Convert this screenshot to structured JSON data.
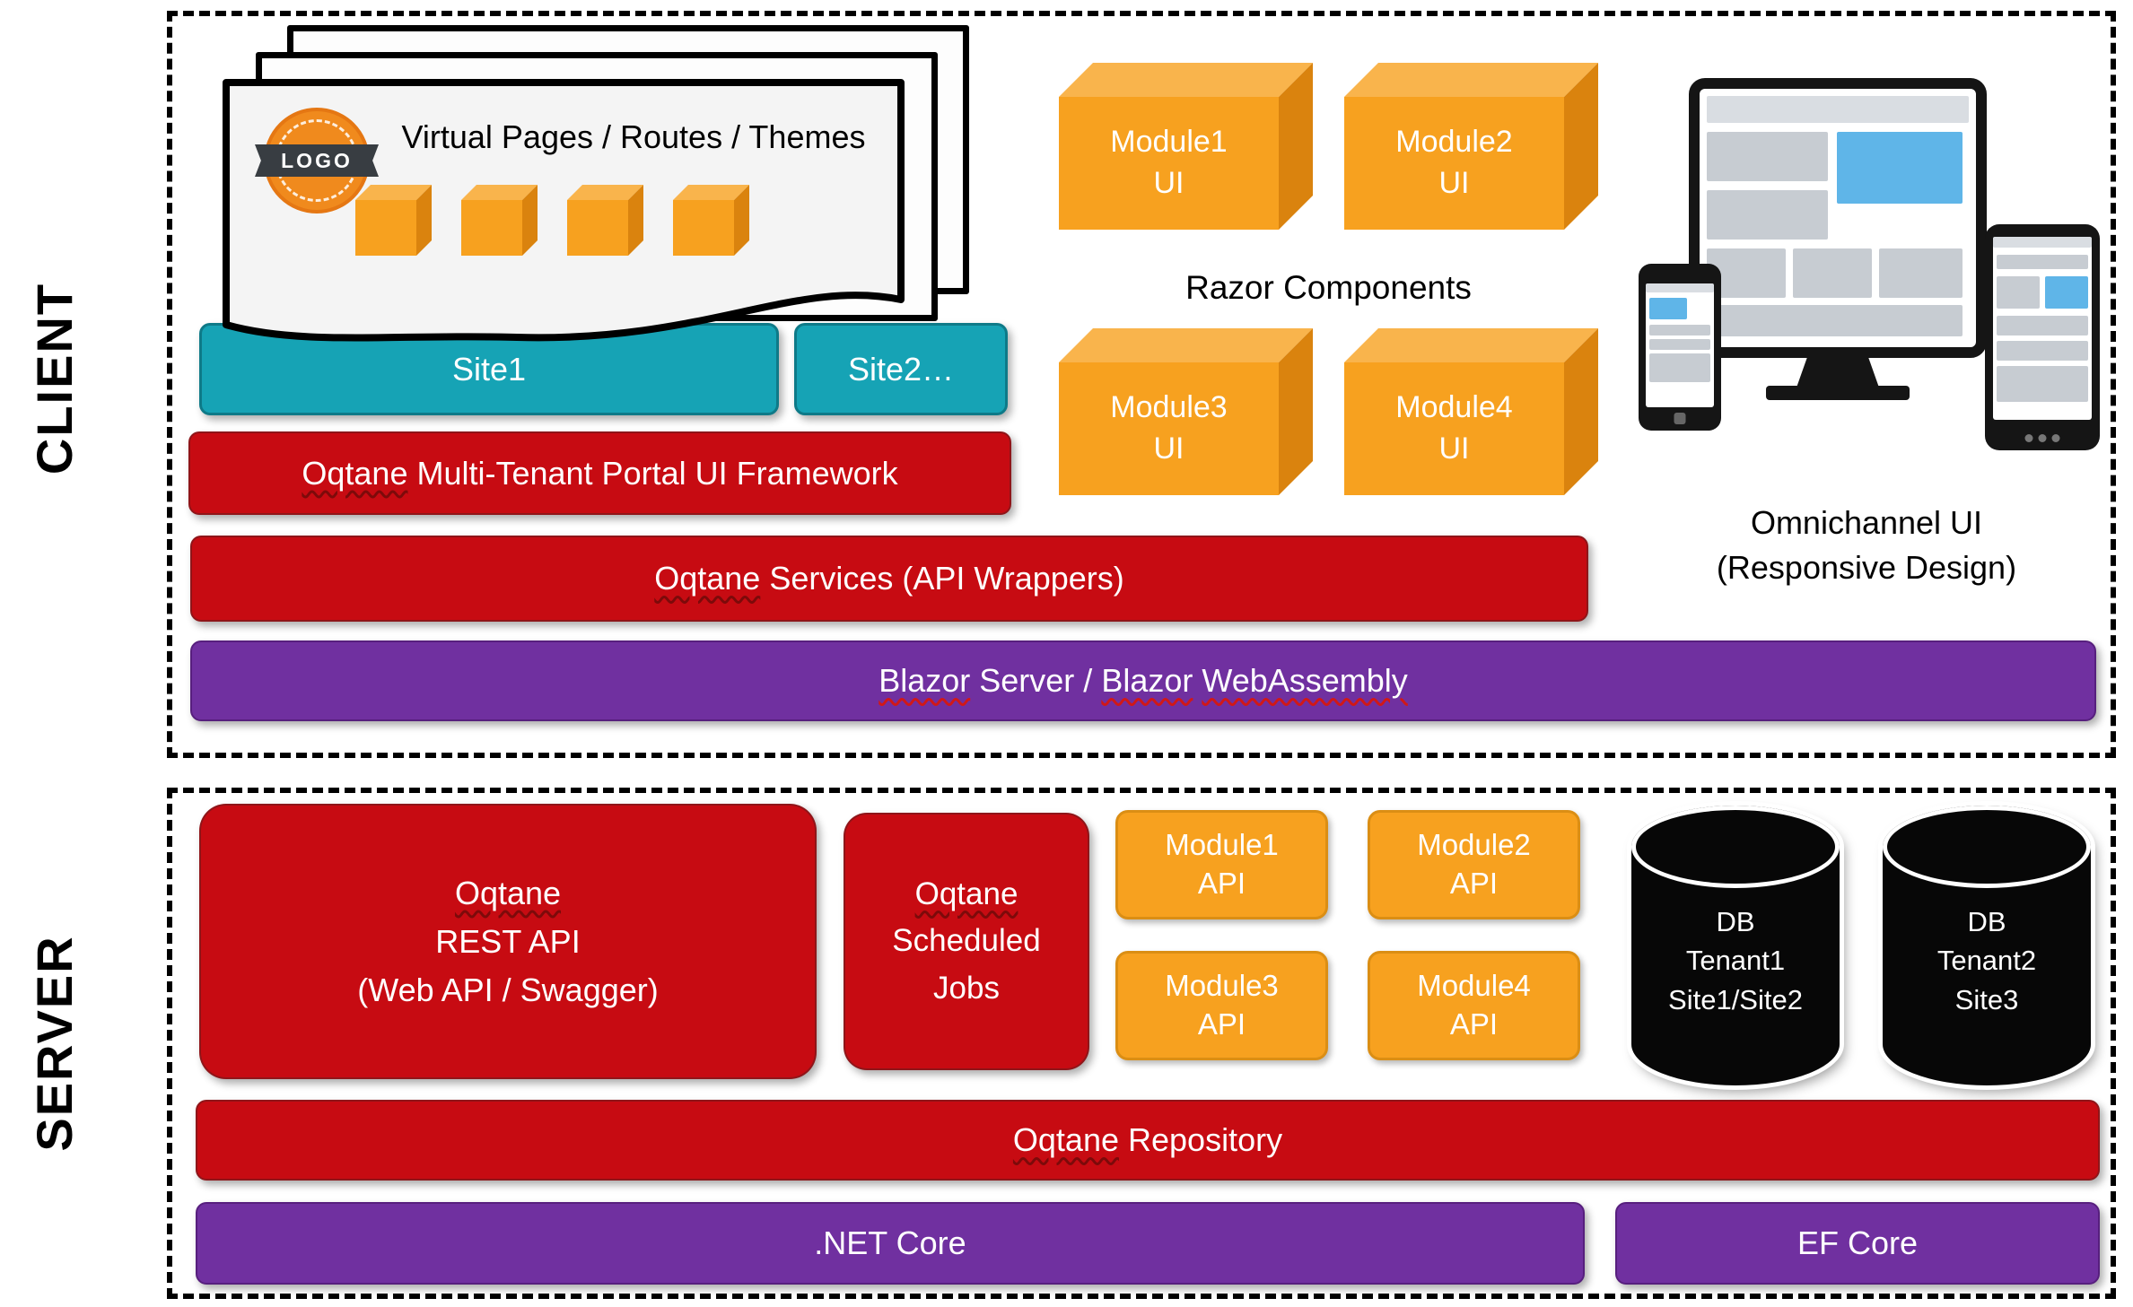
{
  "palette": {
    "red": "#C70B12",
    "teal": "#16A3B5",
    "purple": "#7030A0",
    "orange": "#F7A11F",
    "orangeTop": "#F9B44C",
    "orangeSide": "#DA830E",
    "deviceBlue": "#5FB5E8",
    "deviceGray": "#C7CCD2",
    "ink": "#000000"
  },
  "client": {
    "section_label": "CLIENT",
    "pages": {
      "logo_text": "LOGO",
      "title": "Virtual Pages / Routes / Themes"
    },
    "sites": [
      {
        "label": "Site1"
      },
      {
        "label": "Site2…"
      }
    ],
    "framework_bar": {
      "squiggle": "Oqtane",
      "text": "Multi-Tenant Portal UI Framework"
    },
    "services_bar": {
      "squiggle": "Oqtane",
      "text": "Services (API Wrappers)"
    },
    "blazor_bar": {
      "s1": "Blazor",
      "t1": "Server /",
      "s2": "Blazor",
      "s3": "WebAssembly"
    },
    "razor_components_label": "Razor Components",
    "module_cubes": [
      {
        "line1": "Module1",
        "line2": "UI"
      },
      {
        "line1": "Module2",
        "line2": "UI"
      },
      {
        "line1": "Module3",
        "line2": "UI"
      },
      {
        "line1": "Module4",
        "line2": "UI"
      }
    ],
    "omnichannel": {
      "line1": "Omnichannel UI",
      "line2": "(Responsive Design)"
    }
  },
  "server": {
    "section_label": "SERVER",
    "rest_api": {
      "squiggle": "Oqtane",
      "line2": "REST API",
      "line3": "(Web API / Swagger)"
    },
    "scheduled_jobs": {
      "squiggle": "Oqtane",
      "line2": "Scheduled",
      "line3": "Jobs"
    },
    "module_apis": [
      {
        "line1": "Module1",
        "line2": "API"
      },
      {
        "line1": "Module2",
        "line2": "API"
      },
      {
        "line1": "Module3",
        "line2": "API"
      },
      {
        "line1": "Module4",
        "line2": "API"
      }
    ],
    "databases": [
      {
        "line1": "DB",
        "line2": "Tenant1",
        "line3": "Site1/Site2"
      },
      {
        "line1": "DB",
        "line2": "Tenant2",
        "line3": "Site3"
      }
    ],
    "repository_bar": {
      "squiggle": "Oqtane",
      "text": "Repository"
    },
    "netcore_label": ".NET Core",
    "efcore_label": "EF Core"
  }
}
